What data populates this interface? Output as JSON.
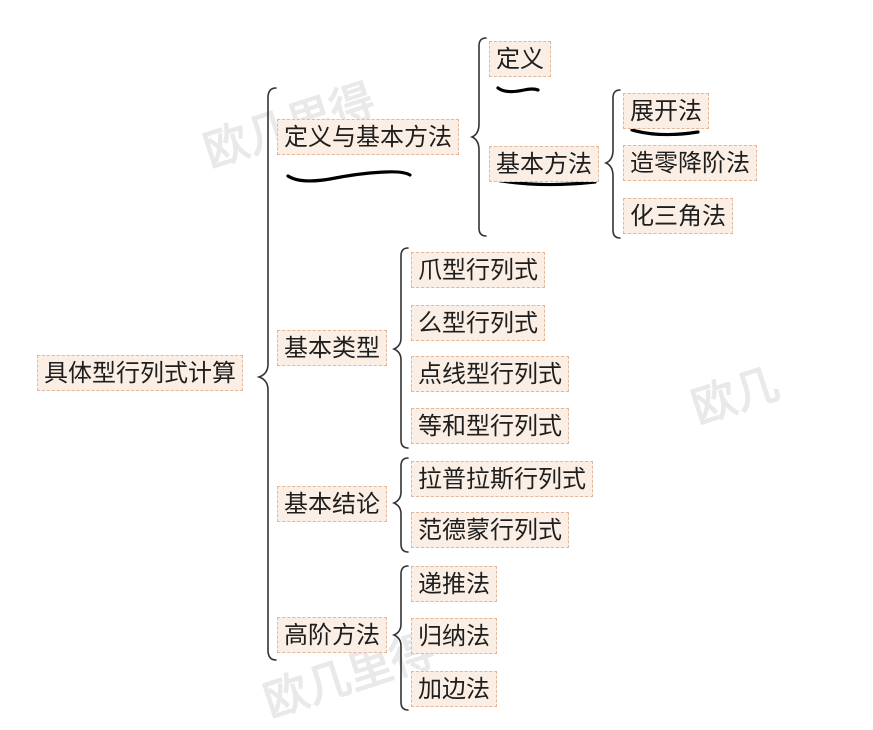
{
  "root": "具体型行列式计算",
  "branches": {
    "def": "定义与基本方法",
    "types": "基本类型",
    "conclusions": "基本结论",
    "advanced": "高阶方法"
  },
  "def_children": {
    "definition": "定义",
    "basic_methods": "基本方法"
  },
  "basic_method_children": [
    "展开法",
    "造零降阶法",
    "化三角法"
  ],
  "type_children": [
    "爪型行列式",
    "么型行列式",
    "点线型行列式",
    "等和型行列式"
  ],
  "conclusion_children": [
    "拉普拉斯行列式",
    "范德蒙行列式"
  ],
  "advanced_children": [
    "递推法",
    "归纳法",
    "加边法"
  ],
  "watermarks": [
    "欧几里得",
    "欧几",
    "欧几里得"
  ],
  "colors": {
    "node_fill": "#fbeee4",
    "node_border": "#e2b79c",
    "bracket": "#333333",
    "ink": "#000000"
  }
}
